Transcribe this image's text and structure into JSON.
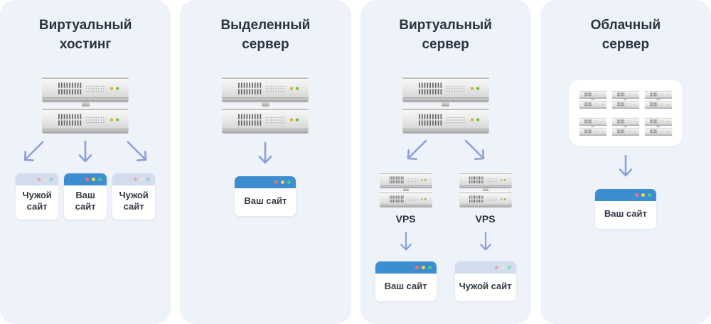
{
  "colors": {
    "panel_bg": "#eef2f9",
    "title_text": "#2b3440",
    "arrow": "#8ba0dc",
    "browser_blue_header": "#3d8ed0",
    "browser_light_header": "#d3ddef",
    "window_dot_red": "#ef7076",
    "window_dot_yellow": "#f6d254",
    "window_dot_green": "#49c795",
    "server_led_amber": "#dfb33a",
    "server_led_green": "#72c04e"
  },
  "icons": {
    "server_stack": "server-rack",
    "cloud_cluster": "server-grid",
    "arrow": "arrow-down",
    "browser": "browser-window"
  },
  "panels": [
    {
      "title": "Виртуальный хостинг",
      "sites": [
        {
          "label": "Чужой сайт",
          "variant": "light"
        },
        {
          "label": "Ваш сайт",
          "variant": "blue"
        },
        {
          "label": "Чужой сайт",
          "variant": "light"
        }
      ]
    },
    {
      "title": "Выделенный сервер",
      "sites": [
        {
          "label": "Ваш сайт",
          "variant": "blue"
        }
      ]
    },
    {
      "title": "Виртуальный сервер",
      "vps": [
        {
          "label": "VPS",
          "site": {
            "label": "Ваш сайт",
            "variant": "blue"
          }
        },
        {
          "label": "VPS",
          "site": {
            "label": "Чужой сайт",
            "variant": "light"
          }
        }
      ]
    },
    {
      "title": "Облачный сервер",
      "sites": [
        {
          "label": "Ваш сайт",
          "variant": "blue"
        }
      ]
    }
  ]
}
